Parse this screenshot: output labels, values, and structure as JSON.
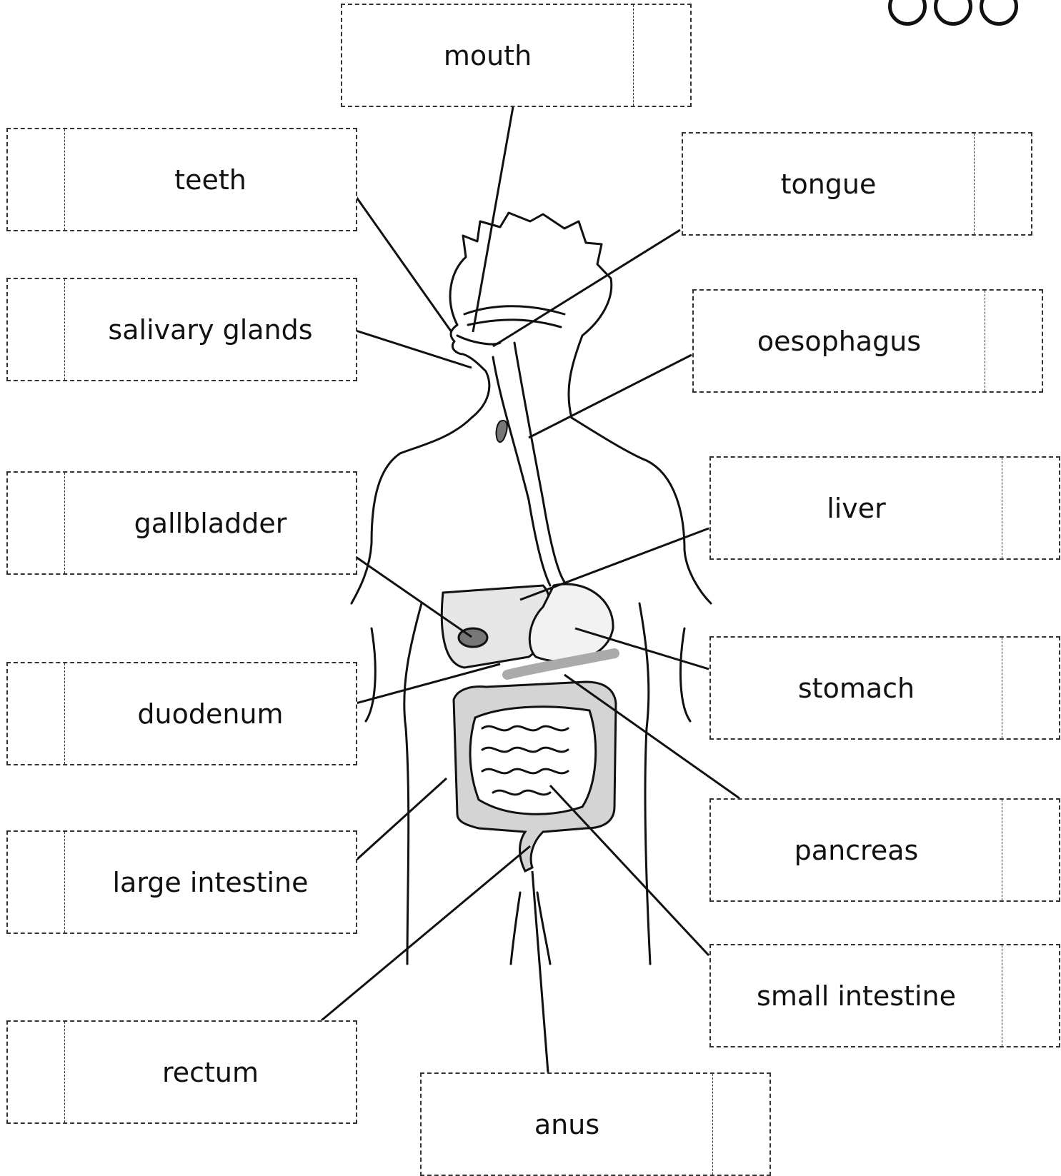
{
  "labels": {
    "mouth": "mouth",
    "teeth": "teeth",
    "tongue": "tongue",
    "salivary_glands": "salivary glands",
    "oesophagus": "oesophagus",
    "gallbladder": "gallbladder",
    "liver": "liver",
    "duodenum": "duodenum",
    "stomach": "stomach",
    "large_intestine": "large intestine",
    "pancreas": "pancreas",
    "small_intestine": "small intestine",
    "rectum": "rectum",
    "anus": "anus"
  },
  "colors": {
    "line": "#111111",
    "organ_fill": "#d4d4d4",
    "organ_dark": "#777777",
    "border": "#333333"
  }
}
